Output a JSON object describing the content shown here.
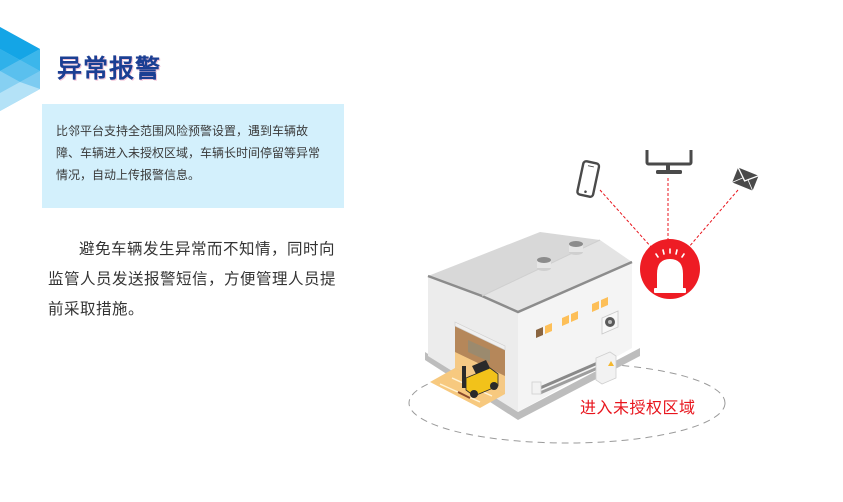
{
  "slide": {
    "title": "异常报警",
    "info_box_text": "比邻平台支持全范围风险预警设置，遇到车辆故障、车辆进入未授权区域，车辆长时间停留等异常情况，自动上传报警信息。",
    "main_text": "避免车辆发生异常而不知情，同时向监管人员发送报警短信，方便管理人员提前采取措施。"
  },
  "illustration": {
    "zone_label": "进入未授权区域",
    "icons": [
      "smartphone-icon",
      "monitor-icon",
      "envelope-icon",
      "alarm-siren-icon",
      "warehouse-illustration",
      "forklift-illustration"
    ],
    "colors": {
      "alarm_red": "#ee1c24",
      "title_blue": "#1b3f93",
      "info_box_bg": "#d3f0fc",
      "zone_label_red": "#e8141c",
      "device_gray": "#4a4a4a"
    }
  }
}
